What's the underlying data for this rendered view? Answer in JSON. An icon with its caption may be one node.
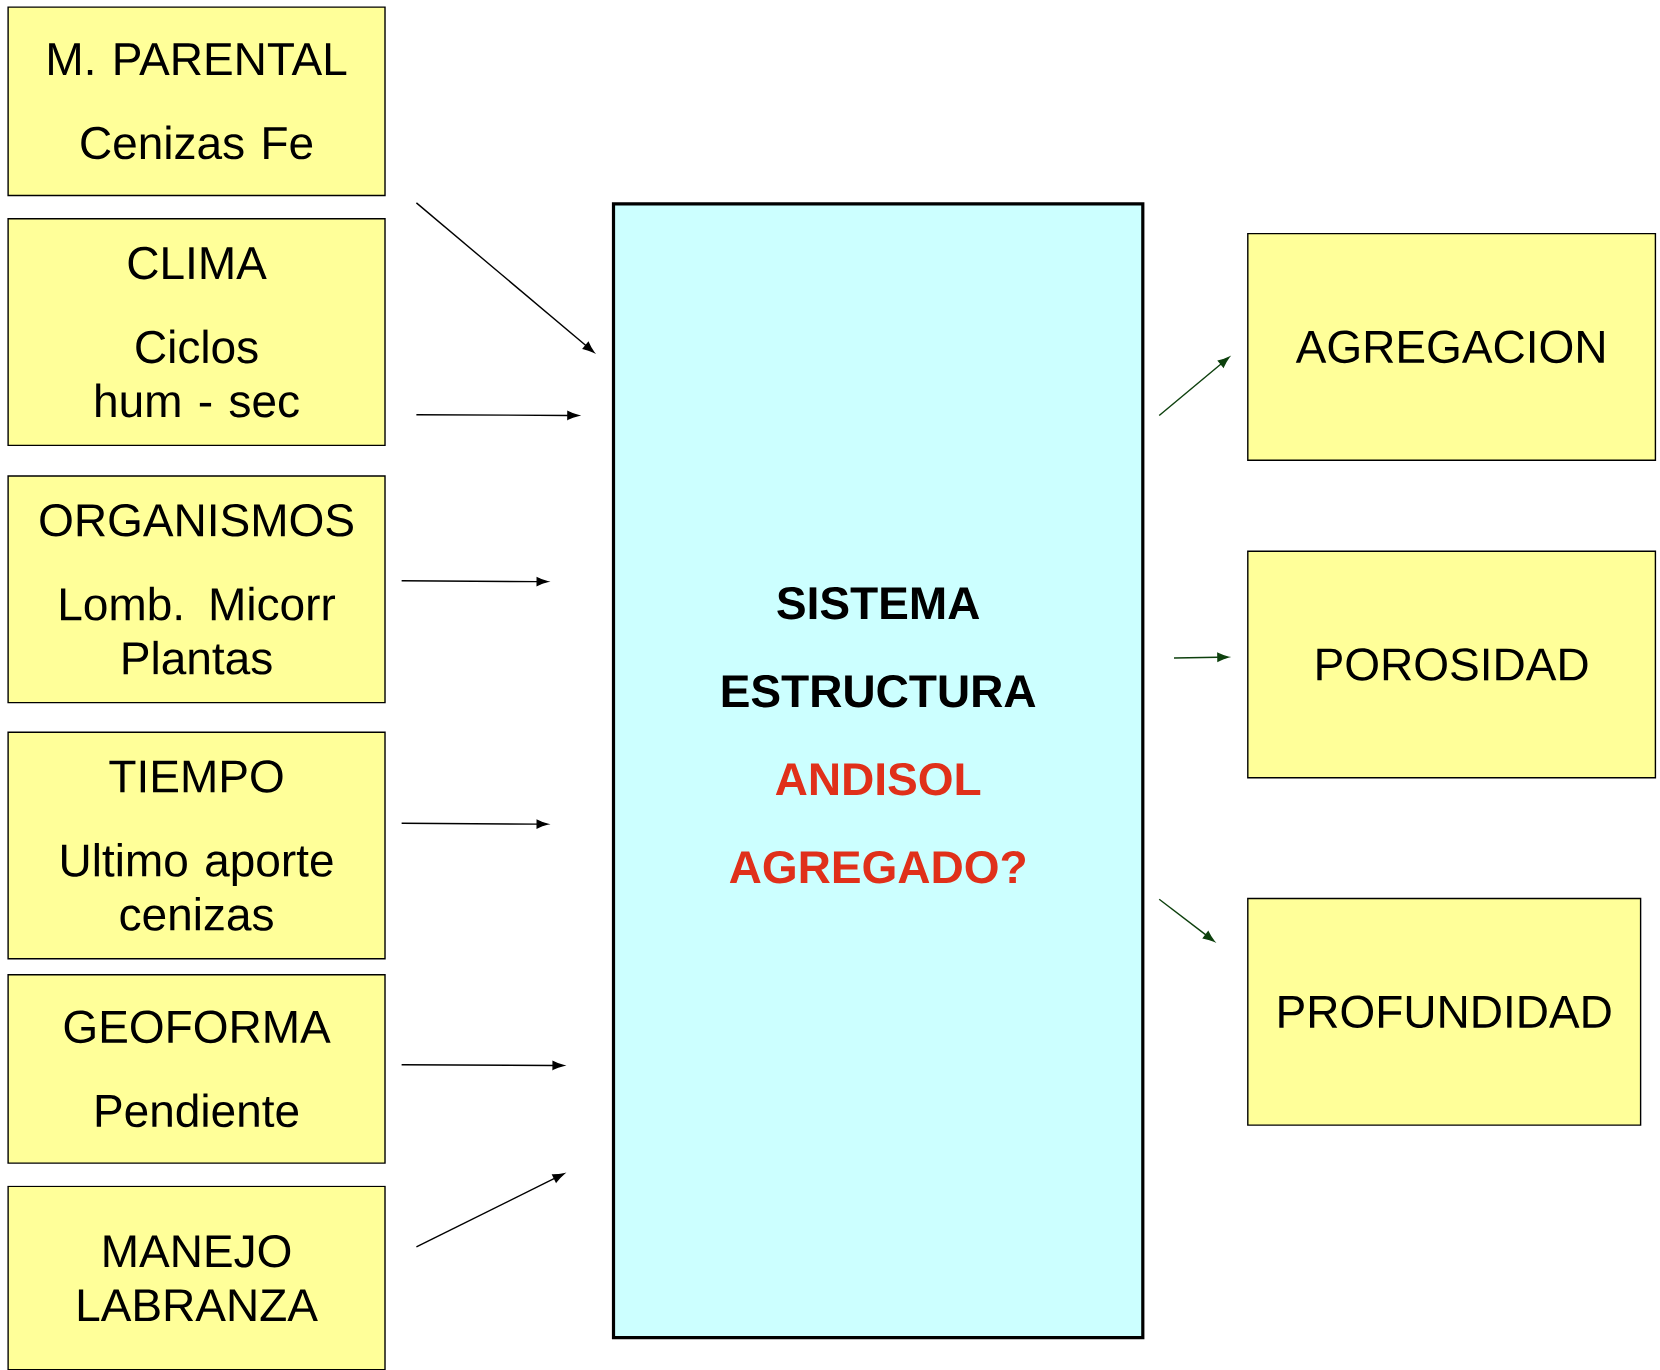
{
  "diagram": {
    "nodes": [
      {
        "text": [
          "M. PARENTAL",
          "Cenizas Fe"
        ]
      },
      {
        "text": [
          "CLIMA",
          "Ciclos hum - sec"
        ]
      },
      {
        "text": [
          "ORGANISMOS",
          "Lomb.  Micorr Plantas"
        ]
      },
      {
        "text": [
          "TIEMPO",
          "Ultimo aporte cenizas"
        ]
      },
      {
        "text": [
          "GEOFORMA",
          "Pendiente"
        ]
      },
      {
        "text": [
          "MANEJO LABRANZA"
        ]
      },
      {
        "text": [
          "SISTEMA",
          "ESTRUCTURA",
          "ANDISOL",
          "AGREGADO?"
        ]
      },
      {
        "text": [
          "AGREGACION"
        ]
      },
      {
        "text": [
          "POROSIDAD"
        ]
      },
      {
        "text": [
          "PROFUNDIDAD"
        ]
      }
    ],
    "edges": [
      {
        "from": 0,
        "to": 6,
        "arrow": "to"
      },
      {
        "from": 1,
        "to": 6,
        "arrow": "to"
      },
      {
        "from": 2,
        "to": 6,
        "arrow": "to"
      },
      {
        "from": 3,
        "to": 6,
        "arrow": "to"
      },
      {
        "from": 4,
        "to": 6,
        "arrow": "to"
      },
      {
        "from": 5,
        "to": 6,
        "arrow": "to"
      },
      {
        "from": 6,
        "to": 7,
        "arrow": "to",
        "color": "#0d400d"
      },
      {
        "from": 6,
        "to": 8,
        "arrow": "to",
        "color": "#0d400d"
      },
      {
        "from": 6,
        "to": 9,
        "arrow": "to",
        "color": "#0d400d"
      }
    ]
  }
}
